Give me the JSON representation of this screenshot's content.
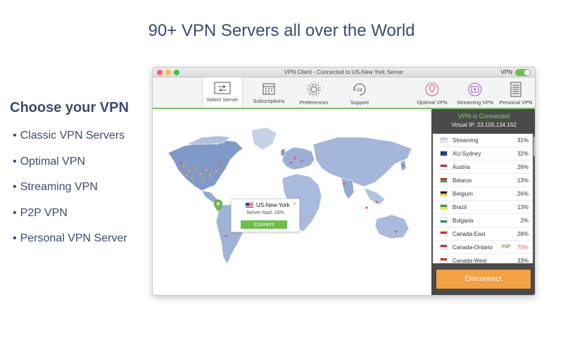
{
  "headline": "90+ VPN Servers all over the World",
  "features": {
    "heading": "Choose your VPN",
    "items": [
      "Classic VPN Servers",
      "Optimal VPN",
      "Streaming VPN",
      "P2P VPN",
      "Personal VPN Server"
    ]
  },
  "window": {
    "title": "VPN Client - Connected to US-New York Server",
    "vpn_label": "VPN",
    "vpn_on": true
  },
  "toolbar": {
    "left": [
      {
        "label": "Select Server",
        "icon": "server-arrows-icon",
        "active": true
      },
      {
        "label": "Subscriptions",
        "icon": "calendar-icon",
        "active": false
      },
      {
        "label": "Preferences",
        "icon": "gear-icon",
        "active": false
      },
      {
        "label": "Support",
        "icon": "support-24-icon",
        "active": false
      }
    ],
    "right": [
      {
        "label": "Optimal VPN",
        "icon": "location-pin-icon"
      },
      {
        "label": "Streaming VPN",
        "icon": "play-icon"
      },
      {
        "label": "Personal VPN",
        "icon": "server-rack-icon"
      }
    ]
  },
  "popup": {
    "server": "US-New York",
    "load_text": "Server load: 18%",
    "connect": "Connect",
    "close": "×"
  },
  "status": {
    "connected": "VPN is Connected",
    "ip": "Virtual IP: 23.105.134.162"
  },
  "servers": [
    {
      "name": "Streaming",
      "load": "31%",
      "p2p": "",
      "flag": [
        "#c8d0e0",
        "#e8ecf4"
      ]
    },
    {
      "name": "AU-Sydney",
      "load": "32%",
      "p2p": "",
      "flag": [
        "#1e3d8c",
        "#1e3d8c"
      ]
    },
    {
      "name": "Austria",
      "load": "26%",
      "p2p": "",
      "flag": [
        "#d7242f",
        "#ffffff"
      ]
    },
    {
      "name": "Belarus",
      "load": "13%",
      "p2p": "",
      "flag": [
        "#c8313e",
        "#4aa657"
      ]
    },
    {
      "name": "Belgium",
      "load": "26%",
      "p2p": "",
      "flag": [
        "#1a1a1a",
        "#f7d026"
      ]
    },
    {
      "name": "Brazil",
      "load": "13%",
      "p2p": "",
      "flag": [
        "#229e45",
        "#f8e509"
      ]
    },
    {
      "name": "Bulgaria",
      "load": "2%",
      "p2p": "",
      "flag": [
        "#ffffff",
        "#00966e"
      ]
    },
    {
      "name": "Canada-East",
      "load": "28%",
      "p2p": "",
      "flag": [
        "#d52b1e",
        "#ffffff"
      ]
    },
    {
      "name": "Canada-Ontario",
      "load": "70%",
      "p2p": "P2P",
      "flag": [
        "#d52b1e",
        "#ffffff"
      ],
      "hot": true
    },
    {
      "name": "Canada-West",
      "load": "33%",
      "p2p": "",
      "flag": [
        "#d52b1e",
        "#ffffff"
      ]
    }
  ],
  "disconnect": "Disconnect",
  "colors": {
    "accent_green": "#6cc04a",
    "disconnect_orange": "#f5a042",
    "sidebar_dark": "#4a4a4a",
    "headline_navy": "#3d4a6e"
  }
}
